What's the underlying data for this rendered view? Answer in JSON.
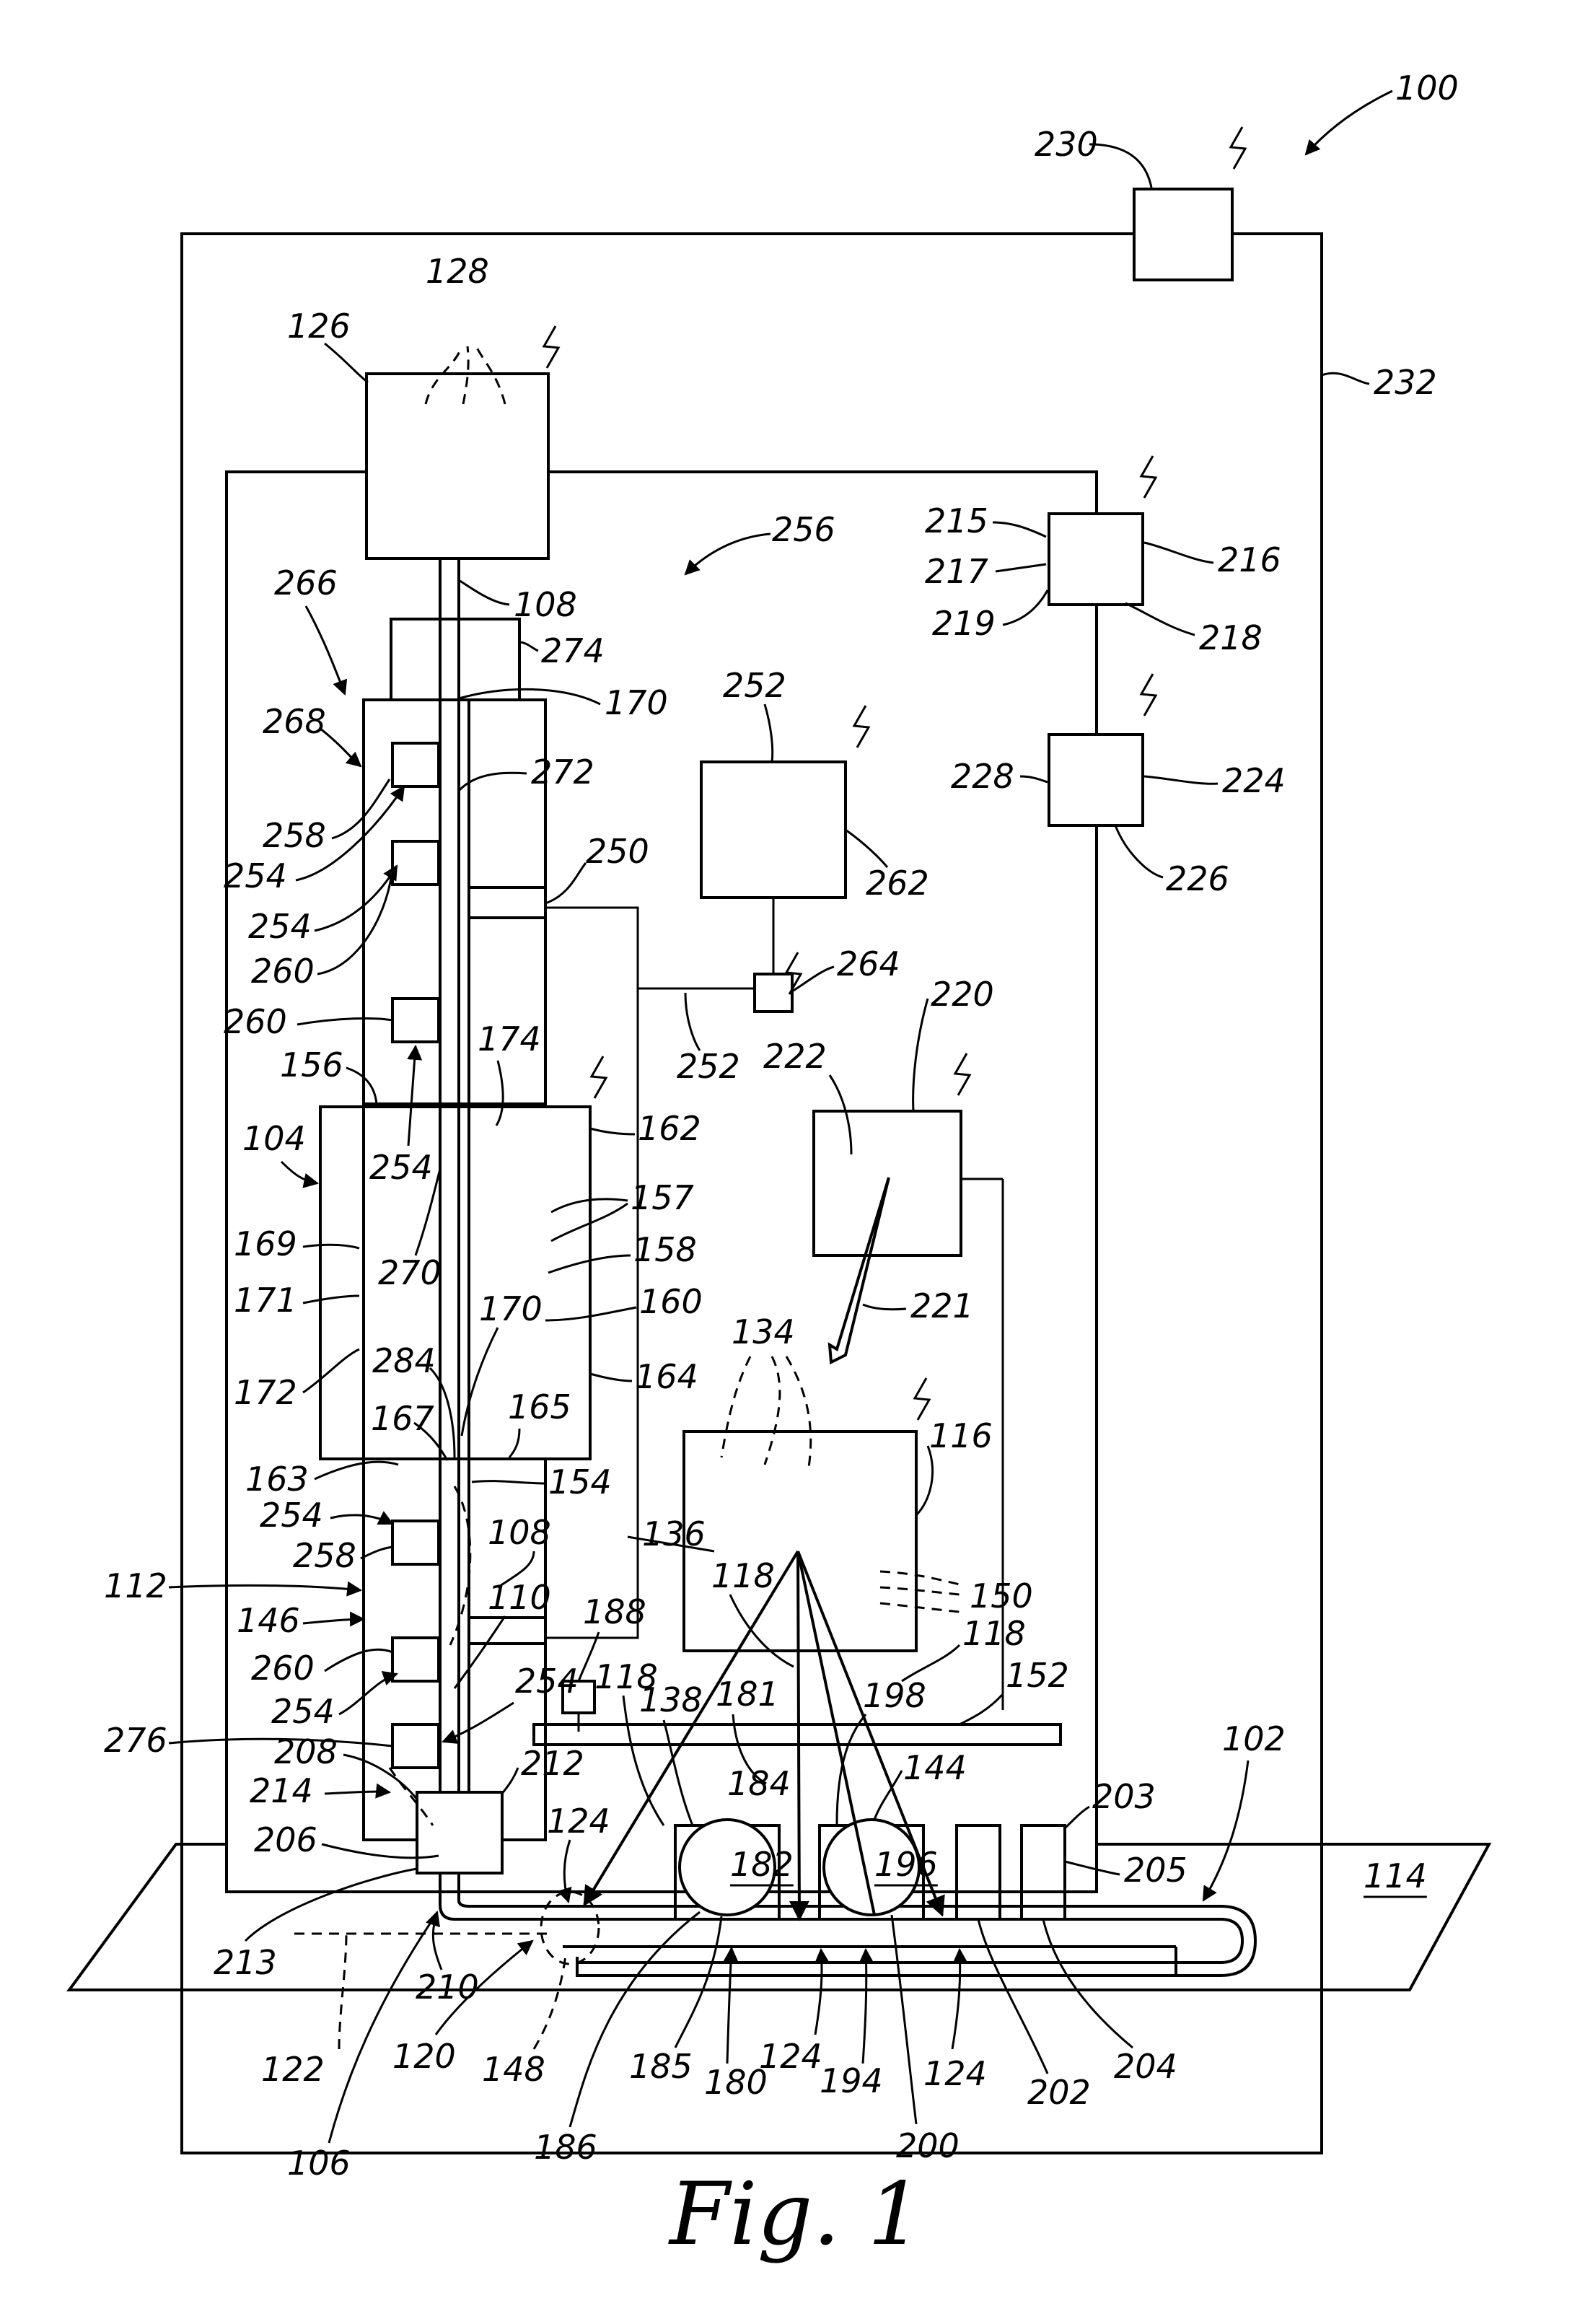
{
  "figure": {
    "caption": "Fig. 1",
    "labels": {
      "100": "100",
      "102": "102",
      "104": "104",
      "106": "106",
      "108": "108",
      "110": "110",
      "112": "112",
      "114": "114",
      "116": "116",
      "118": "118",
      "120": "120",
      "122": "122",
      "124": "124",
      "126": "126",
      "128": "128",
      "134": "134",
      "136": "136",
      "138": "138",
      "144": "144",
      "146": "146",
      "148": "148",
      "150": "150",
      "152": "152",
      "154": "154",
      "156": "156",
      "157": "157",
      "158": "158",
      "160": "160",
      "162": "162",
      "163": "163",
      "164": "164",
      "165": "165",
      "167": "167",
      "169": "169",
      "170": "170",
      "171": "171",
      "172": "172",
      "174": "174",
      "180": "180",
      "181": "181",
      "182": "182",
      "184": "184",
      "185": "185",
      "186": "186",
      "188": "188",
      "194": "194",
      "196": "196",
      "198": "198",
      "200": "200",
      "202": "202",
      "203": "203",
      "204": "204",
      "205": "205",
      "206": "206",
      "208": "208",
      "210": "210",
      "212": "212",
      "213": "213",
      "214": "214",
      "215": "215",
      "216": "216",
      "217": "217",
      "218": "218",
      "219": "219",
      "220": "220",
      "221": "221",
      "222": "222",
      "224": "224",
      "226": "226",
      "228": "228",
      "230": "230",
      "232": "232",
      "250": "250",
      "252": "252",
      "254": "254",
      "256": "256",
      "258": "258",
      "260": "260",
      "262": "262",
      "264": "264",
      "266": "266",
      "268": "268",
      "270": "270",
      "272": "272",
      "274": "274",
      "276": "276",
      "284": "284"
    }
  }
}
